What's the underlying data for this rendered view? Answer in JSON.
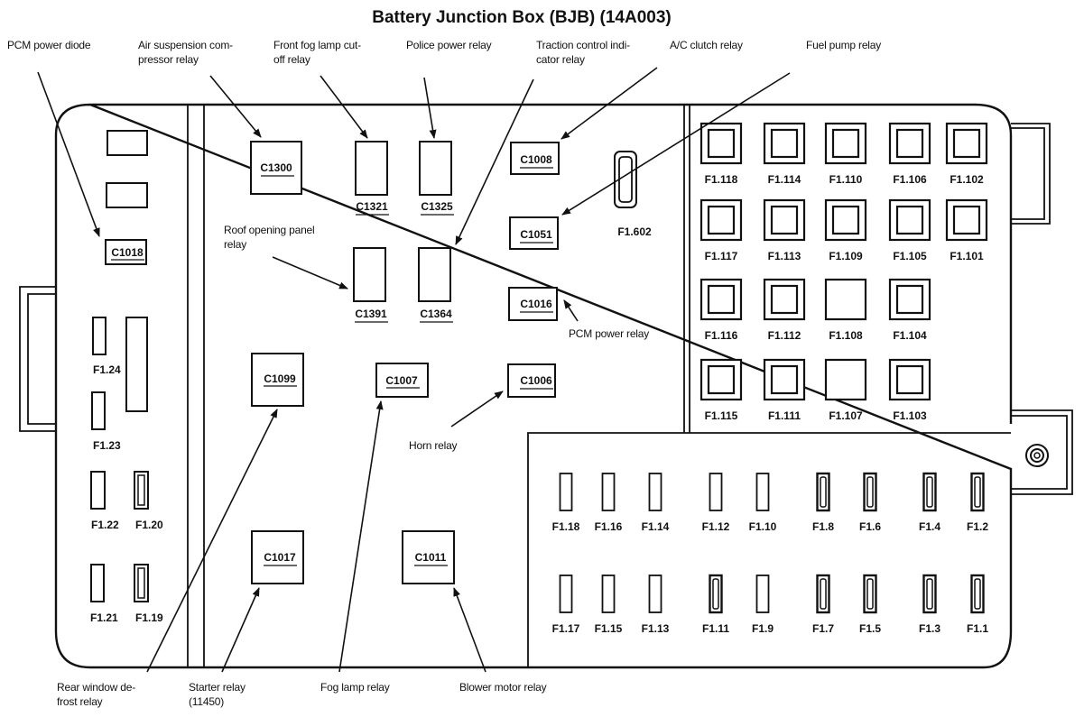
{
  "title": "Battery Junction Box (BJB) (14A003)",
  "callouts": {
    "pcm_power_diode": [
      "PCM power diode"
    ],
    "air_suspension": [
      "Air suspension com-",
      "pressor relay"
    ],
    "front_fog_cutoff": [
      "Front fog lamp cut-",
      "off relay"
    ],
    "police_power": [
      "Police power relay"
    ],
    "traction_control": [
      "Traction control indi-",
      "cator relay"
    ],
    "ac_clutch": [
      "A/C clutch relay"
    ],
    "fuel_pump": [
      "Fuel pump relay"
    ],
    "roof_opening": [
      "Roof opening panel",
      "relay"
    ],
    "pcm_power_relay": [
      "PCM power relay"
    ],
    "horn": [
      "Horn relay"
    ],
    "rear_defrost": [
      "Rear window de-",
      "frost relay"
    ],
    "starter": [
      "Starter relay",
      "(11450)"
    ],
    "fog_lamp": [
      "Fog lamp relay"
    ],
    "blower_motor": [
      "Blower motor relay"
    ]
  },
  "relays": {
    "C1300": "C1300",
    "C1321": "C1321",
    "C1325": "C1325",
    "C1008": "C1008",
    "C1051": "C1051",
    "C1016": "C1016",
    "C1018": "C1018",
    "C1391": "C1391",
    "C1364": "C1364",
    "C1099": "C1099",
    "C1007": "C1007",
    "C1006": "C1006",
    "C1017": "C1017",
    "C1011": "C1011"
  },
  "fuses": {
    "F1_602": "F1.602",
    "left": [
      "F1.24",
      "F1.23",
      "F1.22",
      "F1.20",
      "F1.21",
      "F1.19"
    ],
    "maxi_row1": [
      "F1.118",
      "F1.114",
      "F1.110",
      "F1.106",
      "F1.102"
    ],
    "maxi_row2": [
      "F1.117",
      "F1.113",
      "F1.109",
      "F1.105",
      "F1.101"
    ],
    "maxi_row3": [
      "F1.116",
      "F1.112",
      "F1.108",
      "F1.104"
    ],
    "maxi_row4": [
      "F1.115",
      "F1.111",
      "F1.107",
      "F1.103"
    ],
    "mini_row1": [
      "F1.18",
      "F1.16",
      "F1.14",
      "F1.12",
      "F1.10",
      "F1.8",
      "F1.6",
      "F1.4",
      "F1.2"
    ],
    "mini_row2": [
      "F1.17",
      "F1.15",
      "F1.13",
      "F1.11",
      "F1.9",
      "F1.7",
      "F1.5",
      "F1.3",
      "F1.1"
    ]
  }
}
